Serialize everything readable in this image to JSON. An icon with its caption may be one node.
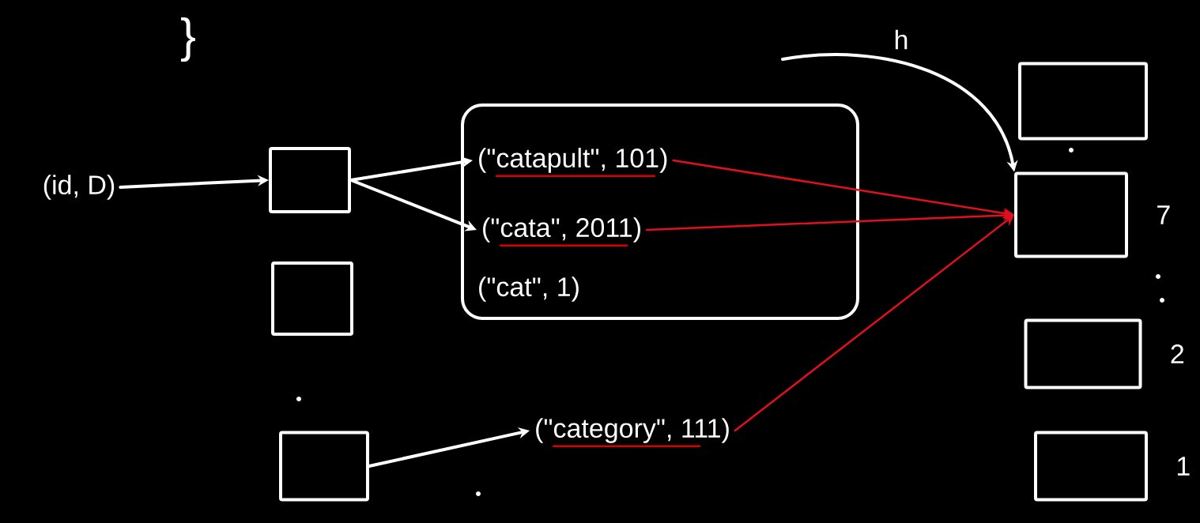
{
  "diagram": {
    "nodes": [
      {
        "text": [
          "(id, D)"
        ]
      },
      {
        "text": [],
        "shape": "box"
      },
      {
        "text": [],
        "shape": "box"
      },
      {
        "text": [],
        "shape": "box"
      },
      {
        "text": [],
        "shape": "box"
      },
      {
        "text": [
          "(\"catapult\", 101)"
        ],
        "in": 4
      },
      {
        "text": [
          "(\"cata\", 2011)"
        ],
        "in": 4
      },
      {
        "text": [
          "(\"cat\", 1)"
        ],
        "in": 4
      },
      {
        "text": [
          "(\"category\", 111)"
        ]
      },
      {
        "text": [],
        "shape": "box"
      },
      {
        "text": [],
        "shape": "box",
        "beside": [
          "7"
        ]
      },
      {
        "text": [],
        "shape": "box",
        "beside": [
          "2"
        ]
      },
      {
        "text": [],
        "shape": "box",
        "beside": [
          "1"
        ]
      }
    ],
    "edges": [
      {
        "from": 0,
        "to": 1,
        "arrow": "to"
      },
      {
        "from": 1,
        "to": 5,
        "arrow": "to"
      },
      {
        "from": 1,
        "to": 6,
        "arrow": "to"
      },
      {
        "from": 3,
        "to": 8,
        "arrow": "to"
      },
      {
        "from": null,
        "to": 10,
        "arrow": "to",
        "label": "h"
      },
      {
        "from": 5,
        "to": 10,
        "arrow": "to",
        "color": "#e0101e"
      },
      {
        "from": 6,
        "to": 10,
        "arrow": "to",
        "color": "#e0101e"
      },
      {
        "from": 8,
        "to": 10,
        "arrow": "to",
        "color": "#e0101e"
      }
    ],
    "labels": [
      "}"
    ]
  }
}
